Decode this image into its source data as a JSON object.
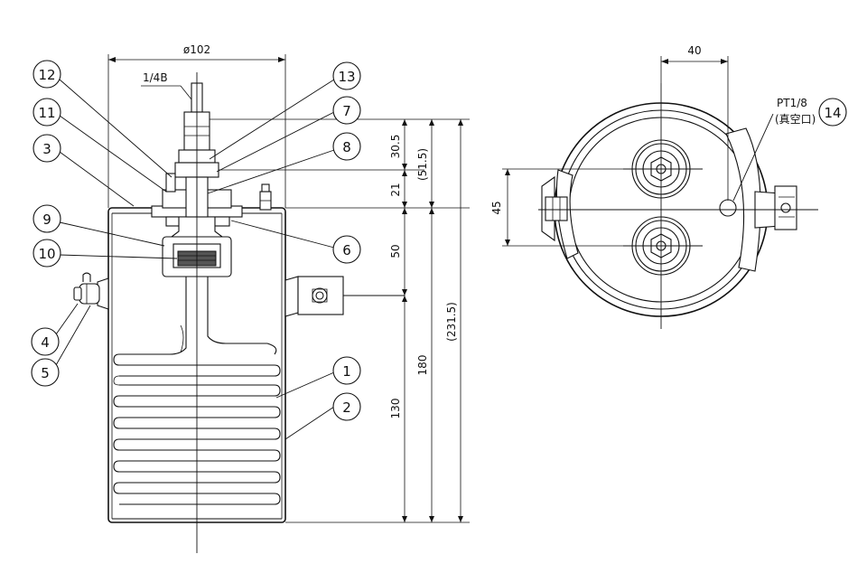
{
  "side_view": {
    "diameter": "ø102",
    "thread": "1/4B",
    "dims": [
      "30.5",
      "(51.5)",
      "21",
      "50",
      "180",
      "130",
      "(231.5)"
    ]
  },
  "top_view": {
    "width": "40",
    "pitch": "45",
    "port": "PT1/8",
    "port_note": "(真空口)"
  },
  "balloons": [
    "1",
    "2",
    "3",
    "4",
    "5",
    "6",
    "7",
    "8",
    "9",
    "10",
    "11",
    "12",
    "13",
    "14"
  ]
}
